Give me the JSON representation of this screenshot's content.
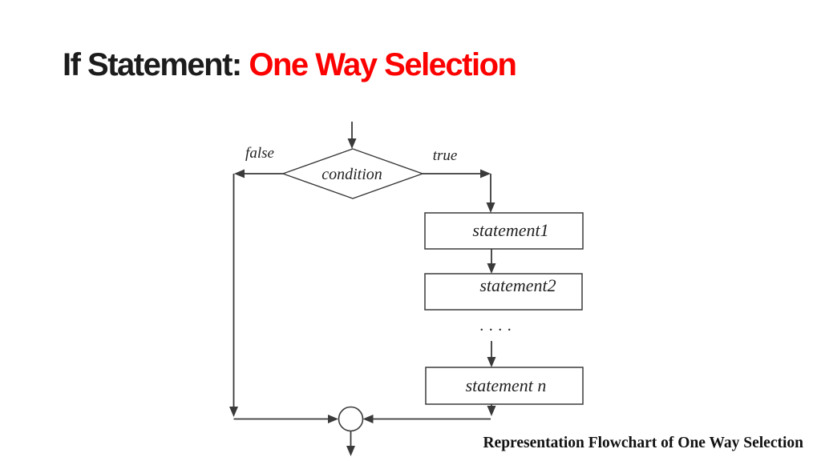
{
  "title": {
    "prefix": "If Statement: ",
    "highlight": "One Way Selection"
  },
  "colors": {
    "title_text": "#1c1c1c",
    "title_accent": "#fb0200",
    "line": "#3a3a3a",
    "flow_text": "#232323",
    "caption_text": "#111111",
    "background": "#ffffff"
  },
  "flowchart": {
    "decision_label": "condition",
    "branch_labels": {
      "false": "false",
      "true": "true"
    },
    "statements": [
      "statement1",
      "statement2",
      "statement n"
    ],
    "ellipsis": ". . . .",
    "join_symbol": "connector-circle",
    "entry_symbol": "down-arrow"
  },
  "caption": "Representation Flowchart of One Way Selection"
}
